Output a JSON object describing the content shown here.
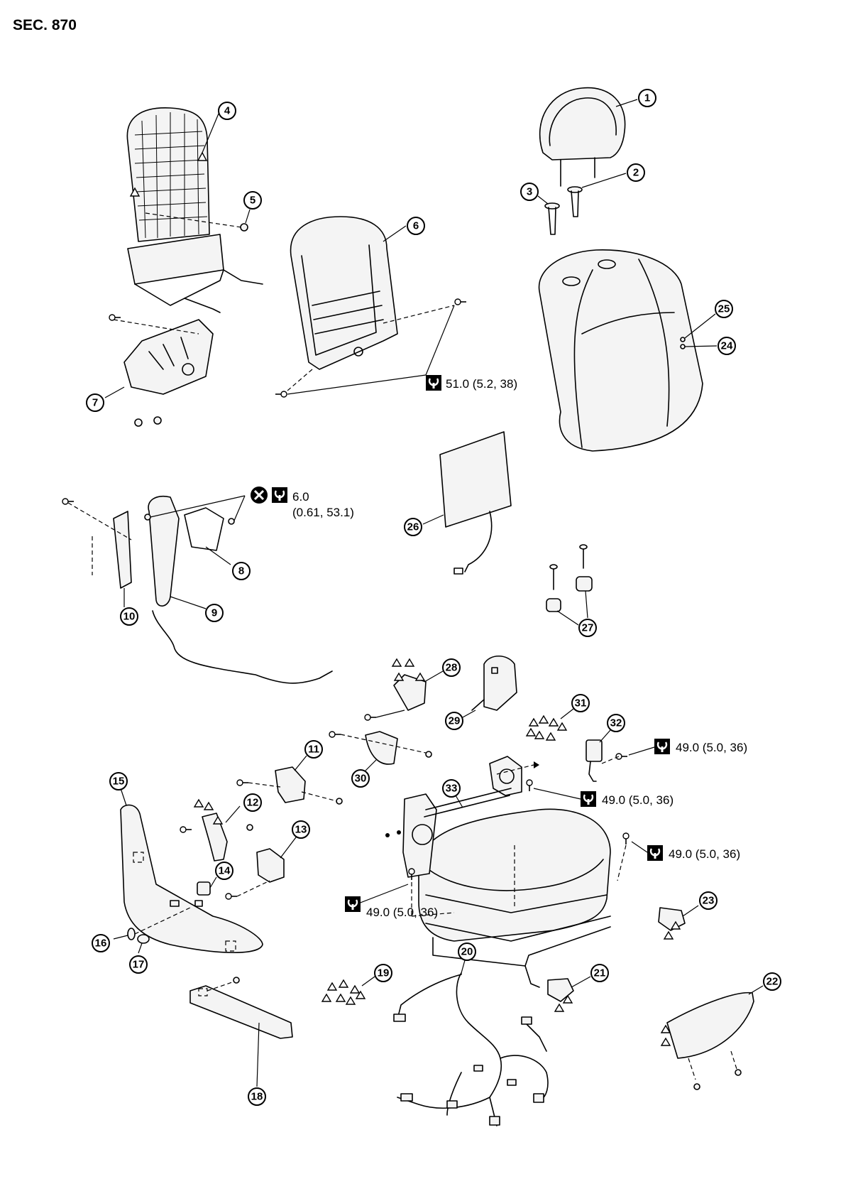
{
  "section_label": "SEC. 870",
  "callouts": [
    "1",
    "2",
    "3",
    "4",
    "5",
    "6",
    "7",
    "8",
    "9",
    "10",
    "11",
    "12",
    "13",
    "14",
    "15",
    "16",
    "17",
    "18",
    "19",
    "20",
    "21",
    "22",
    "23",
    "24",
    "25",
    "26",
    "27",
    "28",
    "29",
    "30",
    "31",
    "32",
    "33"
  ],
  "torque_specs": {
    "frame_bolts": "51.0 (5.2, 38)",
    "airbag_nuts_line1": "6.0",
    "airbag_nuts_line2": "(0.61, 53.1)",
    "belt_buckle": "49.0 (5.0, 36)",
    "cushion_rear": "49.0 (5.0, 36)",
    "cushion_side": "49.0 (5.0, 36)",
    "cushion_front": "49.0 (5.0, 36)"
  },
  "icons": [
    "torque-wrench-icon",
    "do-not-reuse-icon"
  ]
}
